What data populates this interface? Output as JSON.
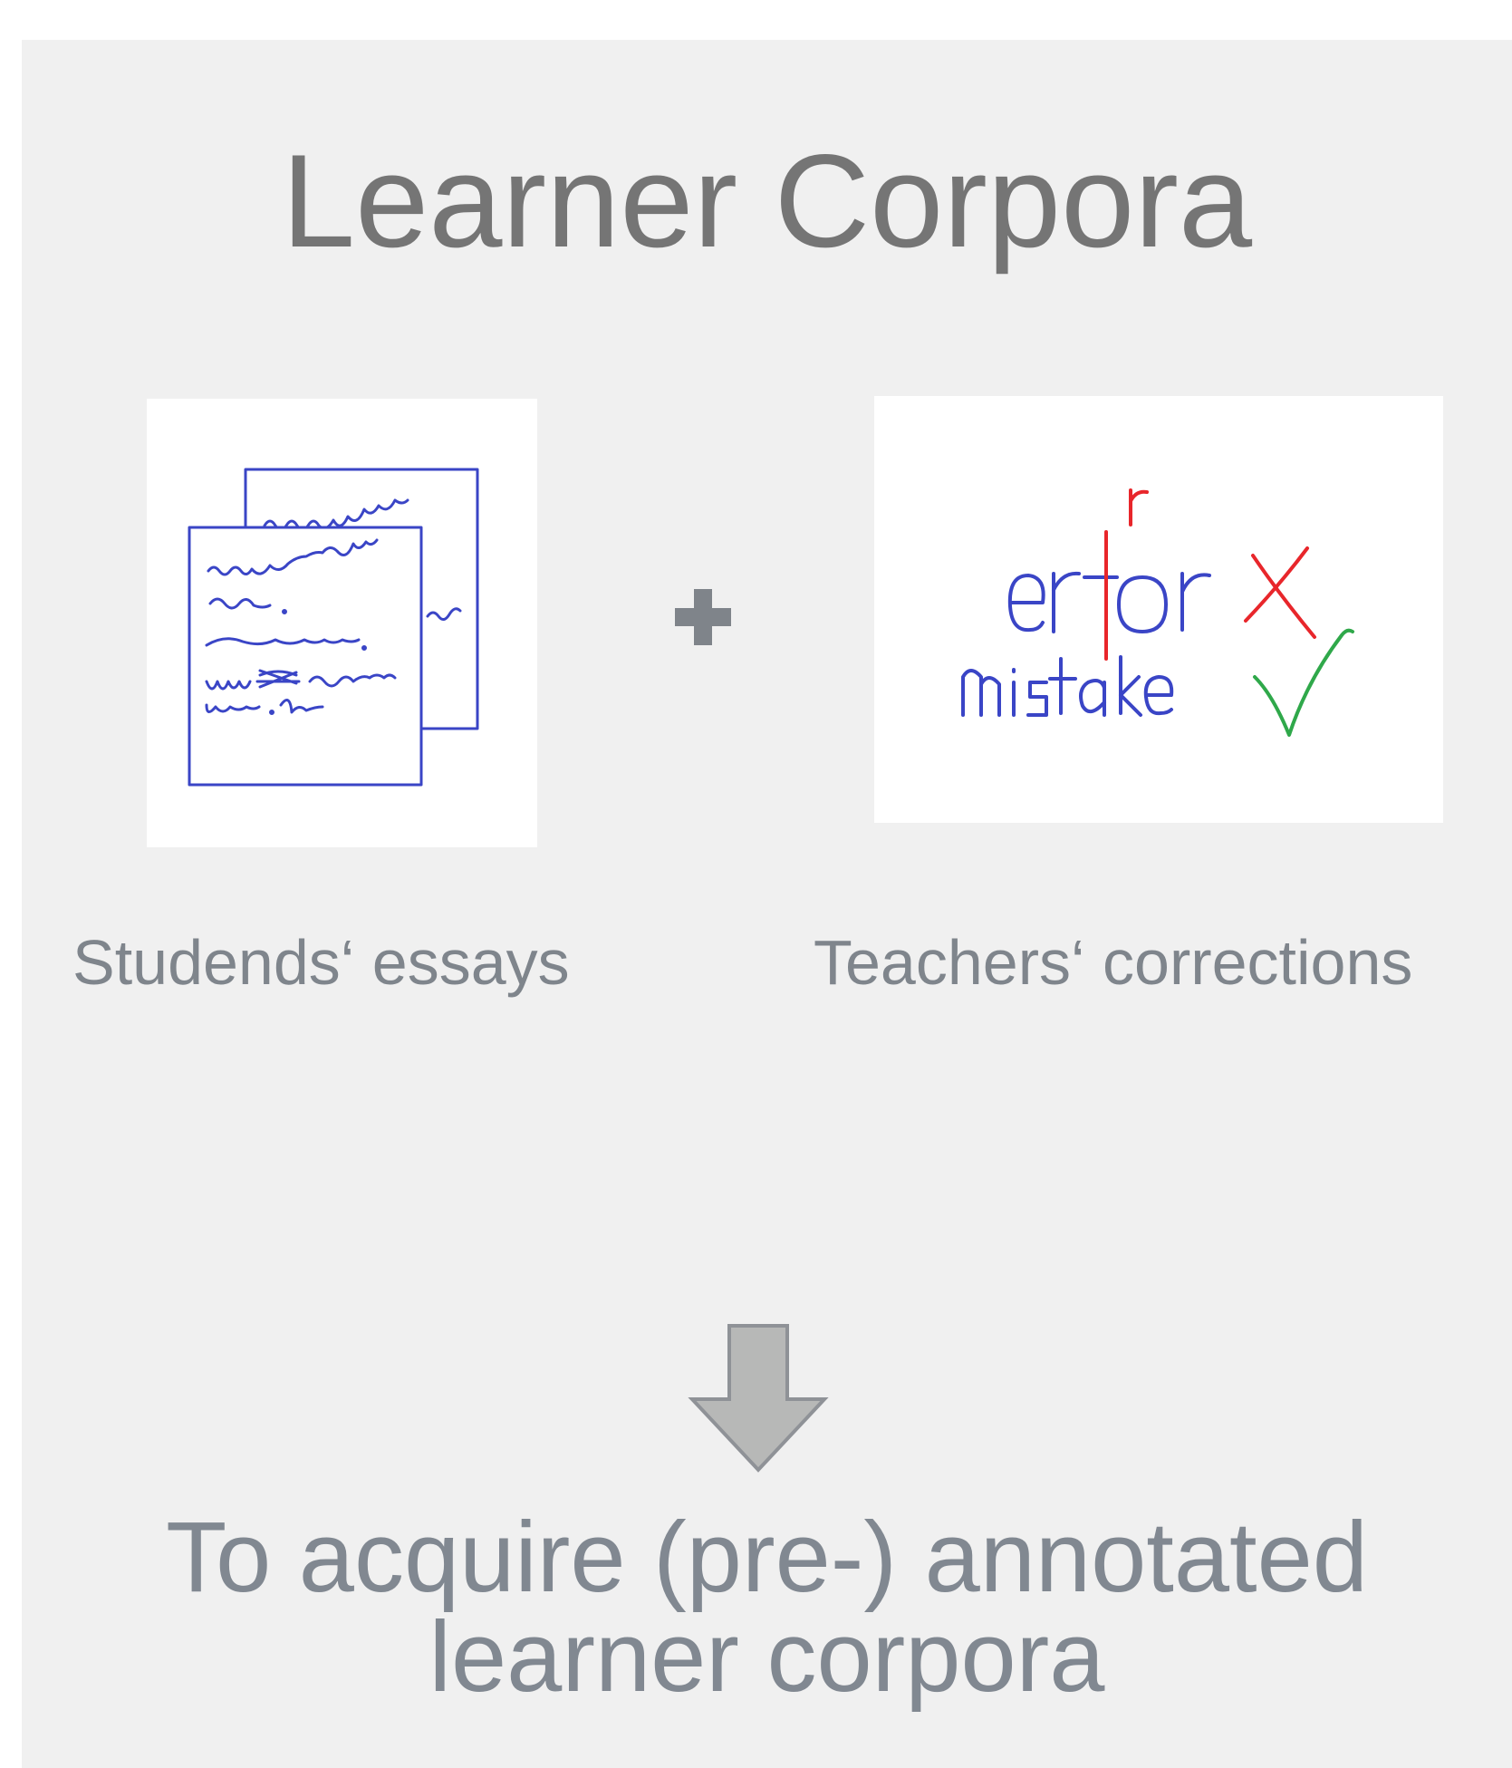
{
  "title": "Learner Corpora",
  "left": {
    "caption": "Studends‘ essays",
    "icon": "essay-pages-icon"
  },
  "operator": {
    "icon": "plus-icon"
  },
  "right": {
    "caption": "Teachers‘ corrections",
    "icon": "correction-sketch-icon",
    "sketch_word_wrong": "erTor",
    "sketch_correction_letter": "r",
    "sketch_word_right": "mistake",
    "wrong_mark": "cross-mark",
    "right_mark": "check-mark"
  },
  "arrow": {
    "icon": "down-arrow-icon"
  },
  "result": {
    "line1": "To acquire (pre-) annotated",
    "line2": "learner corpora"
  },
  "colors": {
    "panel": "#f0f0f0",
    "title": "#757575",
    "text": "#818891",
    "ink_blue": "#3a45c6",
    "ink_red": "#e8262b",
    "ink_green": "#2fa84a",
    "arrow_fill": "#b7b8b7",
    "arrow_stroke": "#8f9297"
  }
}
